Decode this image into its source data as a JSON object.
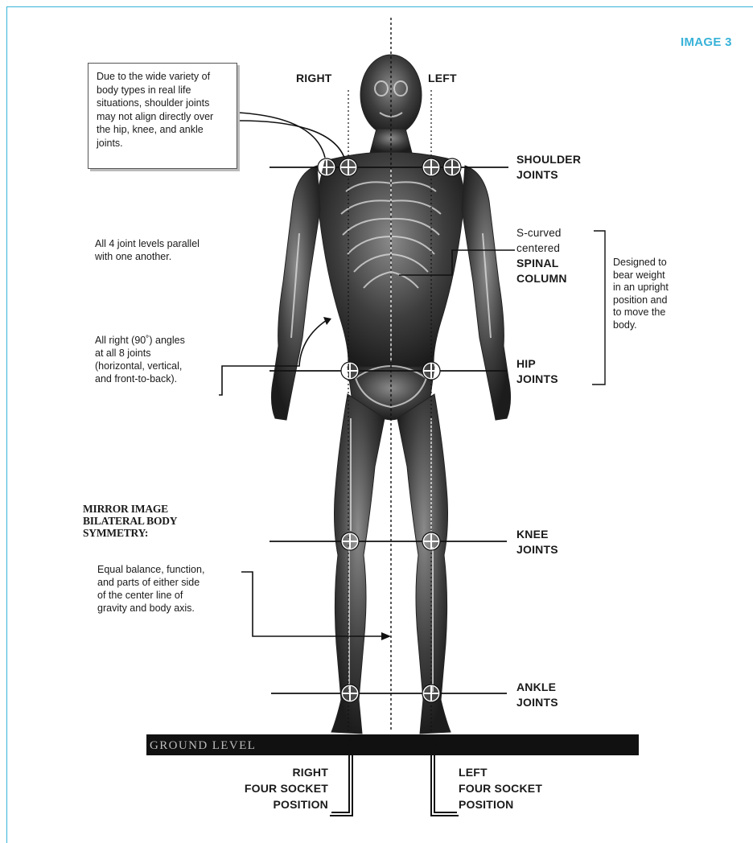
{
  "badge": "IMAGE 3",
  "side_labels": {
    "right": "RIGHT",
    "left": "LEFT"
  },
  "callout": "Due to the wide variety of body types in real life situations, shoulder joints may not align directly over the hip, knee, and ankle joints.",
  "notes": {
    "parallel": [
      "All 4 joint levels parallel",
      "with one another."
    ],
    "angles": [
      "All right (90˚) angles",
      "at all 8 joints",
      "(horizontal, vertical,",
      "and front-to-back)."
    ],
    "symmetry_title": [
      "MIRROR IMAGE",
      "BILATERAL BODY",
      "SYMMETRY:"
    ],
    "symmetry_desc": [
      "Equal balance, function,",
      "and parts of either side",
      "of the center line of",
      "gravity and body axis."
    ],
    "spine_desc": [
      "Designed to",
      "bear weight",
      "in an upright",
      "position and",
      "to move the",
      "body."
    ]
  },
  "joints": {
    "shoulder": [
      "SHOULDER",
      "JOINTS"
    ],
    "spine": [
      "S-curved",
      "centered",
      "SPINAL",
      "COLUMN"
    ],
    "hip": [
      "HIP",
      "JOINTS"
    ],
    "knee": [
      "KNEE",
      "JOINTS"
    ],
    "ankle": [
      "ANKLE",
      "JOINTS"
    ]
  },
  "ground_label": "GROUND LEVEL",
  "sockets": {
    "right": [
      "RIGHT",
      "FOUR SOCKET",
      "POSITION"
    ],
    "left": [
      "LEFT",
      "FOUR SOCKET",
      "POSITION"
    ]
  },
  "colors": {
    "accent": "#37b2d8",
    "ink": "#1a1a1a",
    "body": "#3a3a3a",
    "ground": "#111111"
  }
}
